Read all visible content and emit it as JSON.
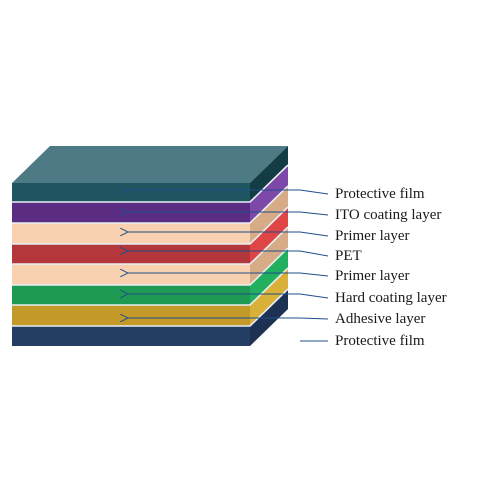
{
  "diagram": {
    "layers": [
      {
        "label": "Protective film",
        "front": "#1f5560",
        "side": "#143c45"
      },
      {
        "label": "ITO coating layer",
        "front": "#5a2d82",
        "side": "#7d48a8"
      },
      {
        "label": "Primer layer",
        "front": "#f8d2b0",
        "side": "#d6ab86"
      },
      {
        "label": "PET",
        "front": "#b3373b",
        "side": "#e04545"
      },
      {
        "label": "Primer layer",
        "front": "#f8d2b0",
        "side": "#d6ab86"
      },
      {
        "label": "Hard coating layer",
        "front": "#1e9a52",
        "side": "#22b05e"
      },
      {
        "label": "Adhesive layer",
        "front": "#c39a2a",
        "side": "#d9b038"
      },
      {
        "label": "Protective film",
        "front": "#243d63",
        "side": "#1d3152"
      }
    ],
    "top_face_color": "#4d7a85",
    "separator_color": "#e8eef5",
    "leader_color": "#1f4e8a"
  }
}
